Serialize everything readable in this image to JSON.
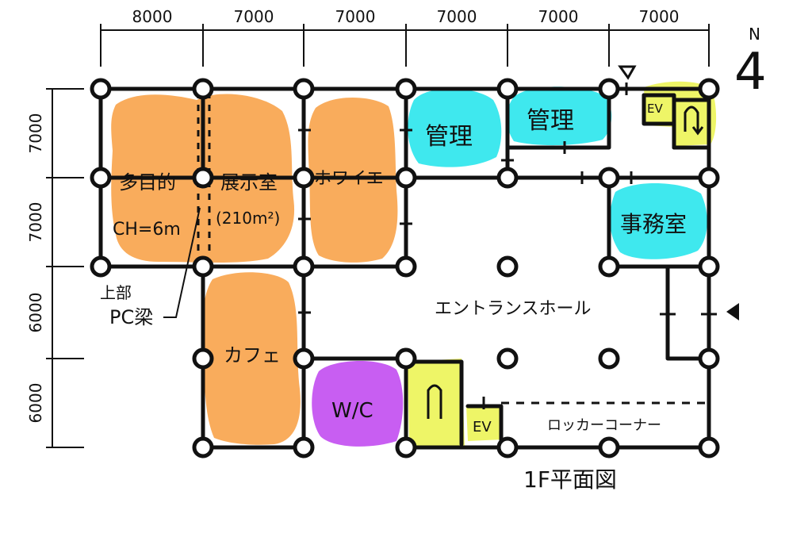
{
  "title": "1F平面図",
  "north": {
    "letter": "N",
    "numeral": "4"
  },
  "dimensions": {
    "top": [
      "8000",
      "7000",
      "7000",
      "7000",
      "7000",
      "7000"
    ],
    "left": [
      "7000",
      "7000",
      "6000",
      "6000"
    ]
  },
  "rooms": {
    "multipurpose": "多目的",
    "ceiling_height": "CH=6m",
    "exhibition": "展示室",
    "exhibition_area": "(210m²)",
    "foyer": "ホワイエ",
    "admin1": "管理",
    "admin2": "管理",
    "office": "事務室",
    "cafe": "カフェ",
    "wc": "W/C",
    "entrance_hall": "エントランスホール",
    "locker": "ロッカーコーナー",
    "ev_ne": "EV",
    "ev_s": "EV"
  },
  "annotations": {
    "upper": "上部",
    "pc_beam": "PC梁"
  },
  "colors": {
    "orange": "#f9ac5c",
    "cyan": "#3fe8ee",
    "purple": "#c85ef2",
    "yellow": "#eef567",
    "ink": "#111111"
  }
}
